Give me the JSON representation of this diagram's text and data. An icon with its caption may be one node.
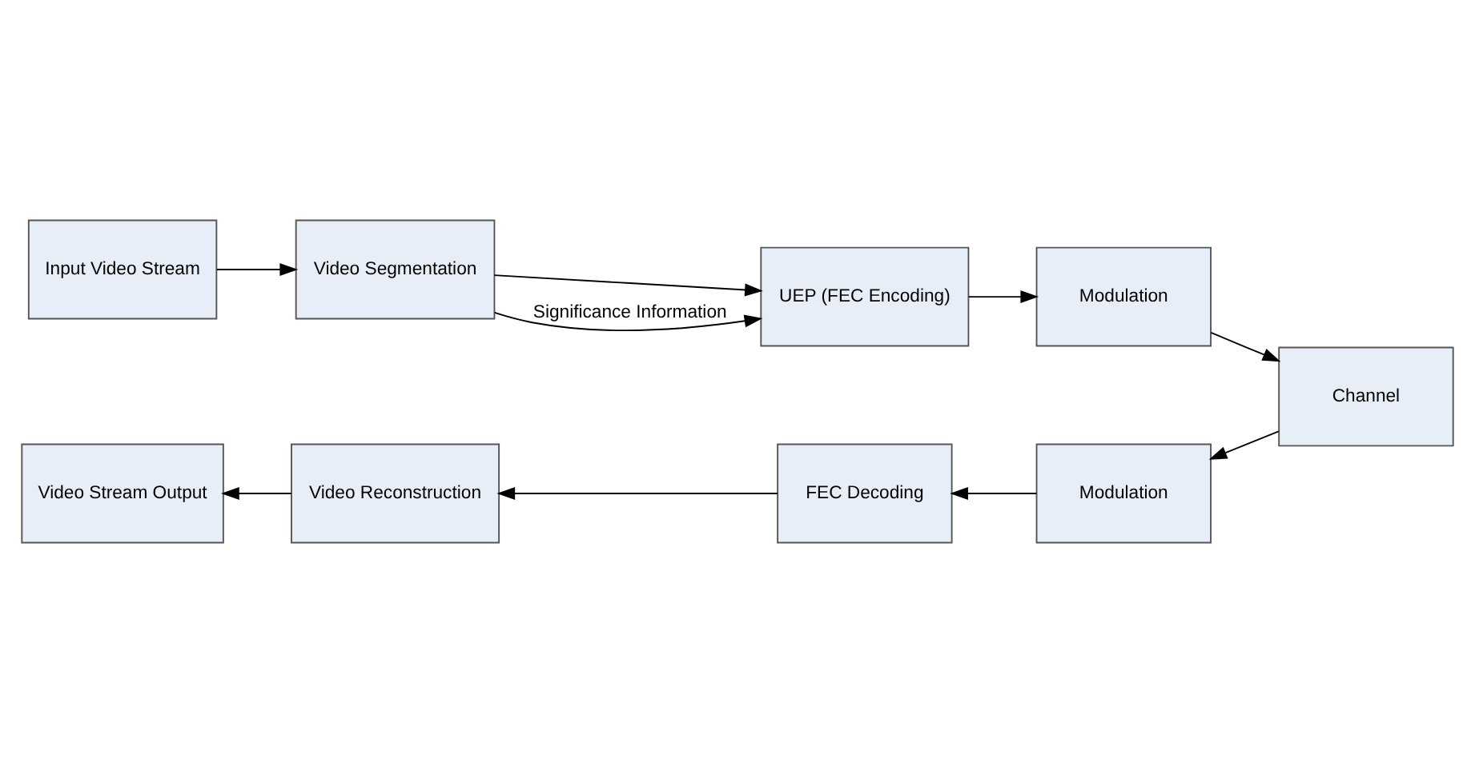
{
  "diagram": {
    "nodes": [
      {
        "text": [
          "Input Video Stream"
        ]
      },
      {
        "text": [
          "Video Segmentation"
        ]
      },
      {
        "text": [
          "UEP (FEC Encoding)"
        ]
      },
      {
        "text": [
          "Modulation"
        ]
      },
      {
        "text": [
          "Channel"
        ]
      },
      {
        "text": [
          "Modulation"
        ]
      },
      {
        "text": [
          "FEC Decoding"
        ]
      },
      {
        "text": [
          "Video Reconstruction"
        ]
      },
      {
        "text": [
          "Video Stream Output"
        ]
      }
    ],
    "edges": [
      {
        "from": 0,
        "to": 1,
        "arrow": "to"
      },
      {
        "from": 1,
        "to": 2,
        "arrow": "to"
      },
      {
        "from": 1,
        "to": 2,
        "arrow": "to",
        "label": "Significance Information"
      },
      {
        "from": 2,
        "to": 3,
        "arrow": "to"
      },
      {
        "from": 3,
        "to": 4,
        "arrow": "to"
      },
      {
        "from": 4,
        "to": 5,
        "arrow": "to"
      },
      {
        "from": 5,
        "to": 6,
        "arrow": "to"
      },
      {
        "from": 6,
        "to": 7,
        "arrow": "to"
      },
      {
        "from": 7,
        "to": 8,
        "arrow": "to"
      }
    ]
  }
}
